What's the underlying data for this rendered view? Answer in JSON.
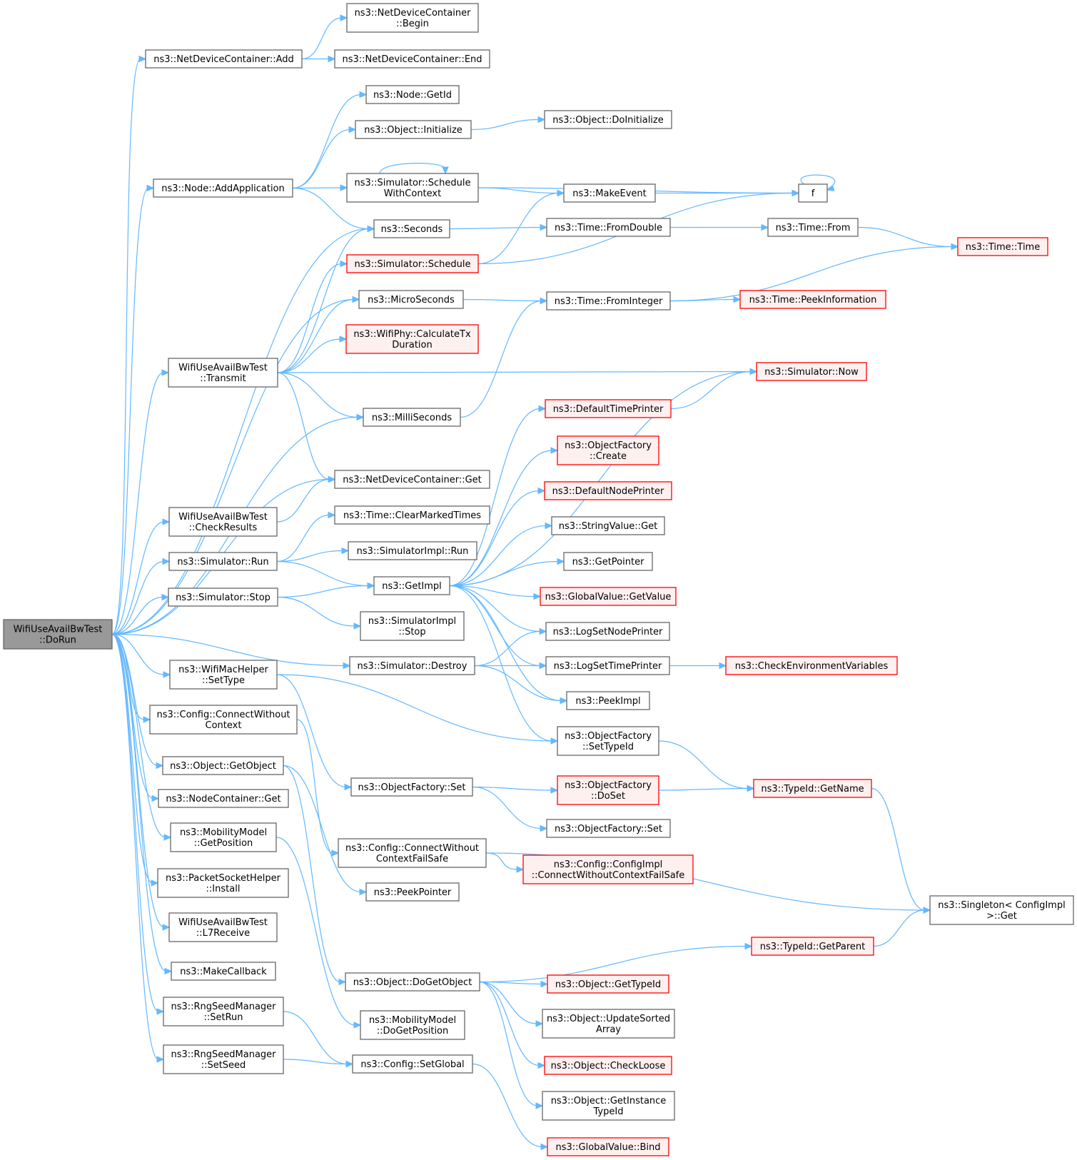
{
  "graph": {
    "nodes": [
      {
        "id": "root",
        "lines": [
          "WifiUseAvailBwTest",
          "::DoRun"
        ],
        "style": "root"
      },
      {
        "id": "ndc_add",
        "lines": [
          "ns3::NetDeviceContainer::Add"
        ],
        "style": "normal"
      },
      {
        "id": "ndc_begin",
        "lines": [
          "ns3::NetDeviceContainer",
          "::Begin"
        ],
        "style": "normal"
      },
      {
        "id": "ndc_end",
        "lines": [
          "ns3::NetDeviceContainer::End"
        ],
        "style": "normal"
      },
      {
        "id": "node_getid",
        "lines": [
          "ns3::Node::GetId"
        ],
        "style": "normal"
      },
      {
        "id": "obj_init",
        "lines": [
          "ns3::Object::Initialize"
        ],
        "style": "normal"
      },
      {
        "id": "obj_doinit",
        "lines": [
          "ns3::Object::DoInitialize"
        ],
        "style": "normal"
      },
      {
        "id": "node_addapp",
        "lines": [
          "ns3::Node::AddApplication"
        ],
        "style": "normal"
      },
      {
        "id": "sim_schedwc",
        "lines": [
          "ns3::Simulator::Schedule",
          "WithContext"
        ],
        "style": "normal"
      },
      {
        "id": "makeevent",
        "lines": [
          "ns3::MakeEvent"
        ],
        "style": "normal"
      },
      {
        "id": "f",
        "lines": [
          "f"
        ],
        "style": "normal"
      },
      {
        "id": "seconds",
        "lines": [
          "ns3::Seconds"
        ],
        "style": "normal"
      },
      {
        "id": "time_fromdouble",
        "lines": [
          "ns3::Time::FromDouble"
        ],
        "style": "normal"
      },
      {
        "id": "time_from",
        "lines": [
          "ns3::Time::From"
        ],
        "style": "normal"
      },
      {
        "id": "time_time",
        "lines": [
          "ns3::Time::Time"
        ],
        "style": "red"
      },
      {
        "id": "sim_sched",
        "lines": [
          "ns3::Simulator::Schedule"
        ],
        "style": "red"
      },
      {
        "id": "microseconds",
        "lines": [
          "ns3::MicroSeconds"
        ],
        "style": "normal"
      },
      {
        "id": "time_fromint",
        "lines": [
          "ns3::Time::FromInteger"
        ],
        "style": "normal"
      },
      {
        "id": "time_peekinfo",
        "lines": [
          "ns3::Time::PeekInformation"
        ],
        "style": "red"
      },
      {
        "id": "wifiphy_calc",
        "lines": [
          "ns3::WifiPhy::CalculateTx",
          "Duration"
        ],
        "style": "red"
      },
      {
        "id": "transmit",
        "lines": [
          "WifiUseAvailBwTest",
          "::Transmit"
        ],
        "style": "normal"
      },
      {
        "id": "sim_now",
        "lines": [
          "ns3::Simulator::Now"
        ],
        "style": "red"
      },
      {
        "id": "milliseconds",
        "lines": [
          "ns3::MilliSeconds"
        ],
        "style": "normal"
      },
      {
        "id": "deftimeprinter",
        "lines": [
          "ns3::DefaultTimePrinter"
        ],
        "style": "red"
      },
      {
        "id": "of_create",
        "lines": [
          "ns3::ObjectFactory",
          "::Create"
        ],
        "style": "red"
      },
      {
        "id": "ndc_get",
        "lines": [
          "ns3::NetDeviceContainer::Get"
        ],
        "style": "normal"
      },
      {
        "id": "defnodeprinter",
        "lines": [
          "ns3::DefaultNodePrinter"
        ],
        "style": "red"
      },
      {
        "id": "checkresults",
        "lines": [
          "WifiUseAvailBwTest",
          "::CheckResults"
        ],
        "style": "normal"
      },
      {
        "id": "time_clearmarked",
        "lines": [
          "ns3::Time::ClearMarkedTimes"
        ],
        "style": "normal"
      },
      {
        "id": "stringvalue_get",
        "lines": [
          "ns3::StringValue::Get"
        ],
        "style": "normal"
      },
      {
        "id": "sim_run",
        "lines": [
          "ns3::Simulator::Run"
        ],
        "style": "normal"
      },
      {
        "id": "simimpl_run",
        "lines": [
          "ns3::SimulatorImpl::Run"
        ],
        "style": "normal"
      },
      {
        "id": "getpointer",
        "lines": [
          "ns3::GetPointer"
        ],
        "style": "normal"
      },
      {
        "id": "getimpl",
        "lines": [
          "ns3::GetImpl"
        ],
        "style": "normal"
      },
      {
        "id": "sim_stop",
        "lines": [
          "ns3::Simulator::Stop"
        ],
        "style": "normal"
      },
      {
        "id": "gv_getvalue",
        "lines": [
          "ns3::GlobalValue::GetValue"
        ],
        "style": "red"
      },
      {
        "id": "simimpl_stop",
        "lines": [
          "ns3::SimulatorImpl",
          "::Stop"
        ],
        "style": "normal"
      },
      {
        "id": "logsetnodeprinter",
        "lines": [
          "ns3::LogSetNodePrinter"
        ],
        "style": "normal"
      },
      {
        "id": "sim_destroy",
        "lines": [
          "ns3::Simulator::Destroy"
        ],
        "style": "normal"
      },
      {
        "id": "logsettimeprinter",
        "lines": [
          "ns3::LogSetTimePrinter"
        ],
        "style": "normal"
      },
      {
        "id": "checkenv",
        "lines": [
          "ns3::CheckEnvironmentVariables"
        ],
        "style": "red"
      },
      {
        "id": "wifimac_settype",
        "lines": [
          "ns3::WifiMacHelper",
          "::SetType"
        ],
        "style": "normal"
      },
      {
        "id": "peekimpl",
        "lines": [
          "ns3::PeekImpl"
        ],
        "style": "normal"
      },
      {
        "id": "config_cwc",
        "lines": [
          "ns3::Config::ConnectWithout",
          "Context"
        ],
        "style": "normal"
      },
      {
        "id": "of_settypeid",
        "lines": [
          "ns3::ObjectFactory",
          "::SetTypeId"
        ],
        "style": "normal"
      },
      {
        "id": "obj_getobject",
        "lines": [
          "ns3::Object::GetObject"
        ],
        "style": "normal"
      },
      {
        "id": "of_set",
        "lines": [
          "ns3::ObjectFactory::Set"
        ],
        "style": "normal"
      },
      {
        "id": "of_doset",
        "lines": [
          "ns3::ObjectFactory",
          "::DoSet"
        ],
        "style": "red"
      },
      {
        "id": "typeid_getname",
        "lines": [
          "ns3::TypeId::GetName"
        ],
        "style": "red"
      },
      {
        "id": "nc_get",
        "lines": [
          "ns3::NodeContainer::Get"
        ],
        "style": "normal"
      },
      {
        "id": "mm_getpos",
        "lines": [
          "ns3::MobilityModel",
          "::GetPosition"
        ],
        "style": "normal"
      },
      {
        "id": "of_set2",
        "lines": [
          "ns3::ObjectFactory::Set"
        ],
        "style": "normal"
      },
      {
        "id": "config_cwcfs",
        "lines": [
          "ns3::Config::ConnectWithout",
          "ContextFailSafe"
        ],
        "style": "normal"
      },
      {
        "id": "configimpl_cwcfs",
        "lines": [
          "ns3::Config::ConfigImpl",
          "::ConnectWithoutContextFailSafe"
        ],
        "style": "red"
      },
      {
        "id": "psh_install",
        "lines": [
          "ns3::PacketSocketHelper",
          "::Install"
        ],
        "style": "normal"
      },
      {
        "id": "peekpointer",
        "lines": [
          "ns3::PeekPointer"
        ],
        "style": "normal"
      },
      {
        "id": "singleton_get",
        "lines": [
          "ns3::Singleton< ConfigImpl",
          ">::Get"
        ],
        "style": "normal"
      },
      {
        "id": "l7receive",
        "lines": [
          "WifiUseAvailBwTest",
          "::L7Receive"
        ],
        "style": "normal"
      },
      {
        "id": "typeid_getparent",
        "lines": [
          "ns3::TypeId::GetParent"
        ],
        "style": "red"
      },
      {
        "id": "makecallback",
        "lines": [
          "ns3::MakeCallback"
        ],
        "style": "normal"
      },
      {
        "id": "obj_dogetobject",
        "lines": [
          "ns3::Object::DoGetObject"
        ],
        "style": "normal"
      },
      {
        "id": "obj_gettypeid",
        "lines": [
          "ns3::Object::GetTypeId"
        ],
        "style": "red"
      },
      {
        "id": "rng_setrun",
        "lines": [
          "ns3::RngSeedManager",
          "::SetRun"
        ],
        "style": "normal"
      },
      {
        "id": "mm_dogetpos",
        "lines": [
          "ns3::MobilityModel",
          "::DoGetPosition"
        ],
        "style": "normal"
      },
      {
        "id": "obj_updatesorted",
        "lines": [
          "ns3::Object::UpdateSorted",
          "Array"
        ],
        "style": "normal"
      },
      {
        "id": "rng_setseed",
        "lines": [
          "ns3::RngSeedManager",
          "::SetSeed"
        ],
        "style": "normal"
      },
      {
        "id": "config_setglobal",
        "lines": [
          "ns3::Config::SetGlobal"
        ],
        "style": "normal"
      },
      {
        "id": "obj_checkloose",
        "lines": [
          "ns3::Object::CheckLoose"
        ],
        "style": "red"
      },
      {
        "id": "obj_getinstancetypeid",
        "lines": [
          "ns3::Object::GetInstance",
          "TypeId"
        ],
        "style": "normal"
      },
      {
        "id": "gv_bind",
        "lines": [
          "ns3::GlobalValue::Bind"
        ],
        "style": "red"
      }
    ],
    "edges": [
      [
        "root",
        "ndc_add"
      ],
      [
        "root",
        "node_addapp"
      ],
      [
        "root",
        "seconds"
      ],
      [
        "root",
        "microseconds"
      ],
      [
        "root",
        "transmit"
      ],
      [
        "root",
        "milliseconds"
      ],
      [
        "root",
        "ndc_get"
      ],
      [
        "root",
        "checkresults"
      ],
      [
        "root",
        "sim_run"
      ],
      [
        "root",
        "sim_stop"
      ],
      [
        "root",
        "sim_destroy"
      ],
      [
        "root",
        "wifimac_settype"
      ],
      [
        "root",
        "config_cwc"
      ],
      [
        "root",
        "obj_getobject"
      ],
      [
        "root",
        "nc_get"
      ],
      [
        "root",
        "mm_getpos"
      ],
      [
        "root",
        "psh_install"
      ],
      [
        "root",
        "l7receive"
      ],
      [
        "root",
        "makecallback"
      ],
      [
        "root",
        "rng_setrun"
      ],
      [
        "root",
        "rng_setseed"
      ],
      [
        "ndc_add",
        "ndc_begin"
      ],
      [
        "ndc_add",
        "ndc_end"
      ],
      [
        "node_addapp",
        "node_getid"
      ],
      [
        "node_addapp",
        "obj_init"
      ],
      [
        "node_addapp",
        "sim_schedwc"
      ],
      [
        "node_addapp",
        "seconds"
      ],
      [
        "obj_init",
        "obj_doinit"
      ],
      [
        "sim_schedwc",
        "sim_schedwc"
      ],
      [
        "sim_schedwc",
        "f"
      ],
      [
        "sim_schedwc",
        "makeevent"
      ],
      [
        "makeevent",
        "f"
      ],
      [
        "f",
        "f"
      ],
      [
        "seconds",
        "time_fromdouble"
      ],
      [
        "time_fromdouble",
        "time_from"
      ],
      [
        "time_from",
        "time_time"
      ],
      [
        "sim_sched",
        "makeevent"
      ],
      [
        "sim_sched",
        "f"
      ],
      [
        "microseconds",
        "time_fromint"
      ],
      [
        "time_fromint",
        "time_time"
      ],
      [
        "time_fromint",
        "time_peekinfo"
      ],
      [
        "transmit",
        "seconds"
      ],
      [
        "transmit",
        "sim_sched"
      ],
      [
        "transmit",
        "microseconds"
      ],
      [
        "transmit",
        "wifiphy_calc"
      ],
      [
        "transmit",
        "sim_now"
      ],
      [
        "transmit",
        "milliseconds"
      ],
      [
        "transmit",
        "ndc_get"
      ],
      [
        "milliseconds",
        "time_fromint"
      ],
      [
        "deftimeprinter",
        "sim_now"
      ],
      [
        "checkresults",
        "ndc_get"
      ],
      [
        "sim_run",
        "time_clearmarked"
      ],
      [
        "sim_run",
        "simimpl_run"
      ],
      [
        "sim_run",
        "getimpl"
      ],
      [
        "sim_stop",
        "getimpl"
      ],
      [
        "sim_stop",
        "simimpl_stop"
      ],
      [
        "getimpl",
        "sim_now"
      ],
      [
        "getimpl",
        "deftimeprinter"
      ],
      [
        "getimpl",
        "of_create"
      ],
      [
        "getimpl",
        "defnodeprinter"
      ],
      [
        "getimpl",
        "stringvalue_get"
      ],
      [
        "getimpl",
        "getpointer"
      ],
      [
        "getimpl",
        "gv_getvalue"
      ],
      [
        "getimpl",
        "logsetnodeprinter"
      ],
      [
        "getimpl",
        "logsettimeprinter"
      ],
      [
        "getimpl",
        "peekimpl"
      ],
      [
        "getimpl",
        "of_settypeid"
      ],
      [
        "sim_destroy",
        "logsetnodeprinter"
      ],
      [
        "sim_destroy",
        "logsettimeprinter"
      ],
      [
        "sim_destroy",
        "peekimpl"
      ],
      [
        "logsettimeprinter",
        "checkenv"
      ],
      [
        "wifimac_settype",
        "of_settypeid"
      ],
      [
        "wifimac_settype",
        "of_set"
      ],
      [
        "of_settypeid",
        "typeid_getname"
      ],
      [
        "of_set",
        "of_doset"
      ],
      [
        "of_set",
        "of_set2"
      ],
      [
        "of_doset",
        "typeid_getname"
      ],
      [
        "typeid_getname",
        "singleton_get"
      ],
      [
        "config_cwc",
        "config_cwcfs"
      ],
      [
        "config_cwcfs",
        "configimpl_cwcfs"
      ],
      [
        "config_cwcfs",
        "singleton_get"
      ],
      [
        "obj_getobject",
        "peekpointer"
      ],
      [
        "obj_getobject",
        "obj_dogetobject"
      ],
      [
        "mm_getpos",
        "mm_dogetpos"
      ],
      [
        "obj_dogetobject",
        "typeid_getparent"
      ],
      [
        "obj_dogetobject",
        "obj_gettypeid"
      ],
      [
        "obj_dogetobject",
        "obj_updatesorted"
      ],
      [
        "obj_dogetobject",
        "obj_checkloose"
      ],
      [
        "obj_dogetobject",
        "obj_getinstancetypeid"
      ],
      [
        "typeid_getparent",
        "singleton_get"
      ],
      [
        "rng_setrun",
        "config_setglobal"
      ],
      [
        "rng_setseed",
        "config_setglobal"
      ],
      [
        "config_setglobal",
        "gv_bind"
      ]
    ]
  }
}
